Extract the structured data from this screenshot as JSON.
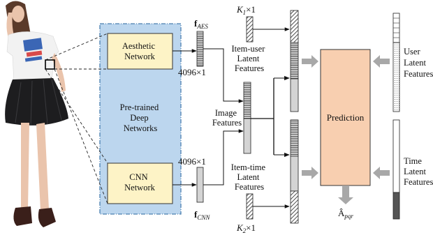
{
  "pretrained": {
    "line1": "Pre-trained",
    "line2": "Deep",
    "line3": "Networks"
  },
  "aesthetic": {
    "line1": "Aesthetic",
    "line2": "Network"
  },
  "cnn": {
    "line1": "CNN",
    "line2": "Network"
  },
  "f_aes": {
    "base": "f",
    "sub": "AES"
  },
  "f_cnn": {
    "base": "f",
    "sub": "CNN"
  },
  "dim_aes": "4096×1",
  "dim_cnn": "4096×1",
  "k1": {
    "base": "K",
    "sub": "1",
    "tail": "×1"
  },
  "k2": {
    "base": "K",
    "sub": "2",
    "tail": "×1"
  },
  "item_user": {
    "line1": "Item-user",
    "line2": "Latent",
    "line3": "Features"
  },
  "image_features": {
    "line1": "Image",
    "line2": "Features"
  },
  "item_time": {
    "line1": "Item-time",
    "line2": "Latent",
    "line3": "Features"
  },
  "prediction": "Prediction",
  "user_latent": {
    "line1": "User",
    "line2": "Latent",
    "line3": "Features"
  },
  "time_latent": {
    "line1": "Time",
    "line2": "Latent",
    "line3": "Features"
  },
  "output": {
    "base": "Â",
    "sub": "pqr"
  },
  "colors": {
    "pretrained_fill": "#bcd6ee",
    "pretrained_border": "#4a7fb0",
    "network_fill": "#fdf3c6",
    "prediction_fill": "#f8cfb0",
    "vector_gray": "#d4d4d4",
    "arrow_gray": "#a8a8a8",
    "skin": "#eac4ac",
    "skirt": "#1d1d1f",
    "shirt": "#f2f2f2",
    "shirt_print": "#3b66b5",
    "shoes": "#3a1f1a"
  }
}
